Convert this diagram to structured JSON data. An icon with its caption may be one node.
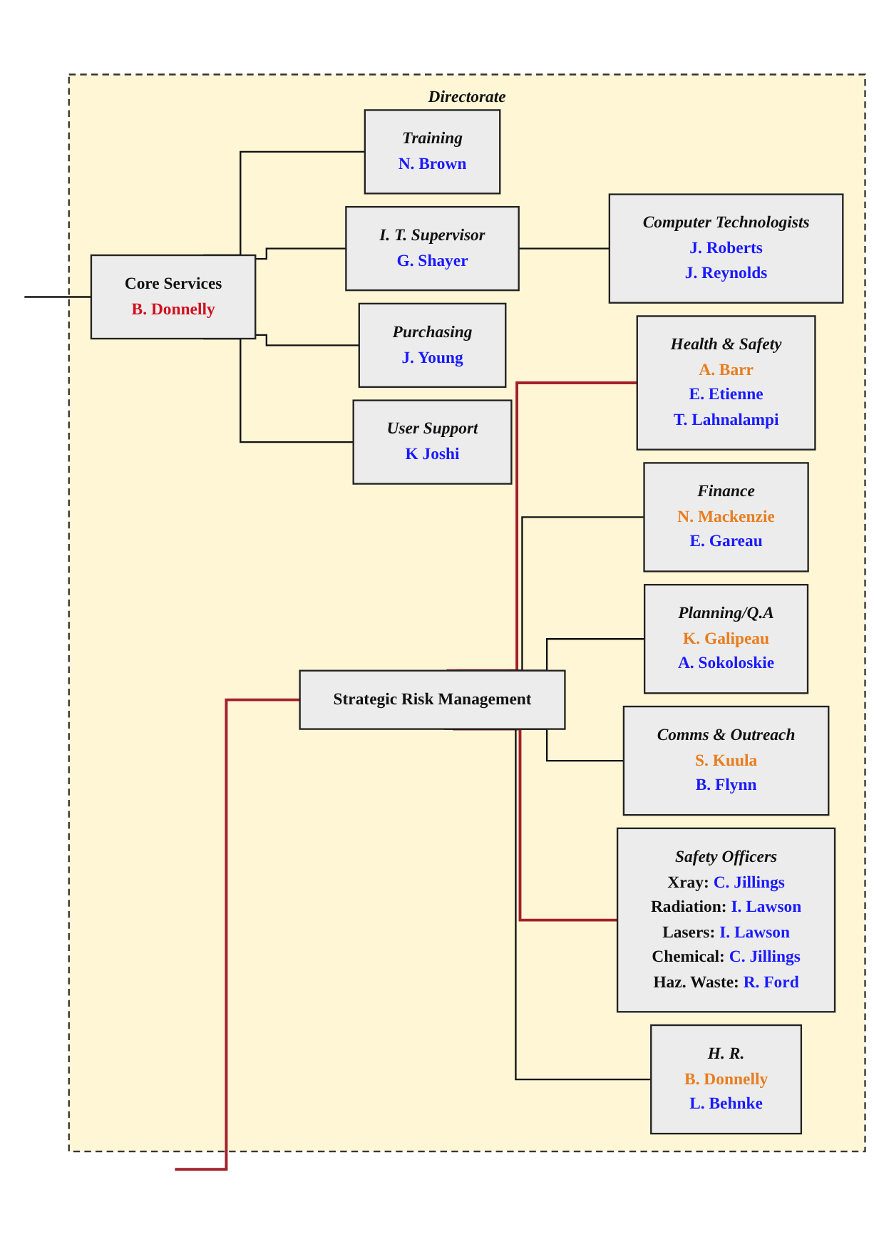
{
  "diagram": {
    "nodes": [
      {
        "text": [
          "Directorate"
        ]
      },
      {
        "text": [
          "Core Services",
          "B. Donnelly"
        ],
        "in": 0
      },
      {
        "text": [
          "Strategic Risk Management"
        ],
        "in": 0
      },
      {
        "text": [
          "Training",
          "N. Brown"
        ],
        "in": 0
      },
      {
        "text": [
          "I. T. Supervisor",
          "G. Shayer"
        ],
        "in": 0
      },
      {
        "text": [
          "Computer Technologists",
          "J. Roberts",
          "J. Reynolds"
        ],
        "in": 0
      },
      {
        "text": [
          "Purchasing",
          "J. Young"
        ],
        "in": 0
      },
      {
        "text": [
          "User Support",
          "K Joshi"
        ],
        "in": 0
      },
      {
        "text": [
          "Health & Safety",
          "A. Barr",
          "E. Etienne",
          "T. Lahnalampi"
        ],
        "in": 0
      },
      {
        "text": [
          "Finance",
          "N. Mackenzie",
          "E. Gareau"
        ],
        "in": 0
      },
      {
        "text": [
          "Planning/Q.A",
          "K. Galipeau",
          "A. Sokoloskie"
        ],
        "in": 0
      },
      {
        "text": [
          "Comms & Outreach",
          "S. Kuula",
          "B. Flynn"
        ],
        "in": 0
      },
      {
        "text": [
          "Safety Officers",
          "Xray: C. Jillings",
          "Radiation: I. Lawson",
          "Lasers: I. Lawson",
          "Chemical: C. Jillings",
          "Haz. Waste: R. Ford"
        ],
        "in": 0
      },
      {
        "text": [
          "H. R.",
          "B. Donnelly",
          "L. Behnke"
        ],
        "in": 0
      }
    ],
    "edges": [
      {
        "from": null,
        "to": 1,
        "arrow": "none"
      },
      {
        "from": null,
        "to": 2,
        "arrow": "none",
        "color": "#a3202a"
      },
      {
        "from": 1,
        "to": 3,
        "arrow": "none"
      },
      {
        "from": 1,
        "to": 4,
        "arrow": "none"
      },
      {
        "from": 4,
        "to": 5,
        "arrow": "none"
      },
      {
        "from": 1,
        "to": 6,
        "arrow": "none"
      },
      {
        "from": 1,
        "to": 7,
        "arrow": "none"
      },
      {
        "from": 2,
        "to": 8,
        "arrow": "none",
        "color": "#a3202a"
      },
      {
        "from": 2,
        "to": 9,
        "arrow": "none"
      },
      {
        "from": 2,
        "to": 10,
        "arrow": "none"
      },
      {
        "from": 2,
        "to": 11,
        "arrow": "none"
      },
      {
        "from": 2,
        "to": 12,
        "arrow": "none",
        "color": "#a3202a"
      },
      {
        "from": 2,
        "to": 13,
        "arrow": "none"
      }
    ]
  }
}
